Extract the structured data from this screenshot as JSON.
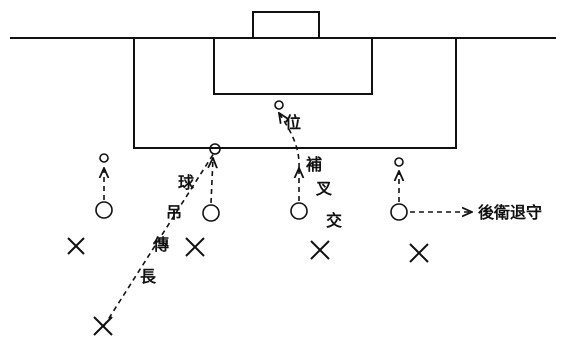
{
  "labels": {
    "retreat": "後衛退守",
    "position": "位",
    "cross_cover": [
      "補",
      "叉",
      "交"
    ],
    "long_pass": [
      "球",
      "吊",
      "傳",
      "長"
    ]
  },
  "colors": {
    "ink": "#111111",
    "background": "#ffffff"
  },
  "symbols": {
    "attacker": "circle",
    "defender": "cross"
  }
}
